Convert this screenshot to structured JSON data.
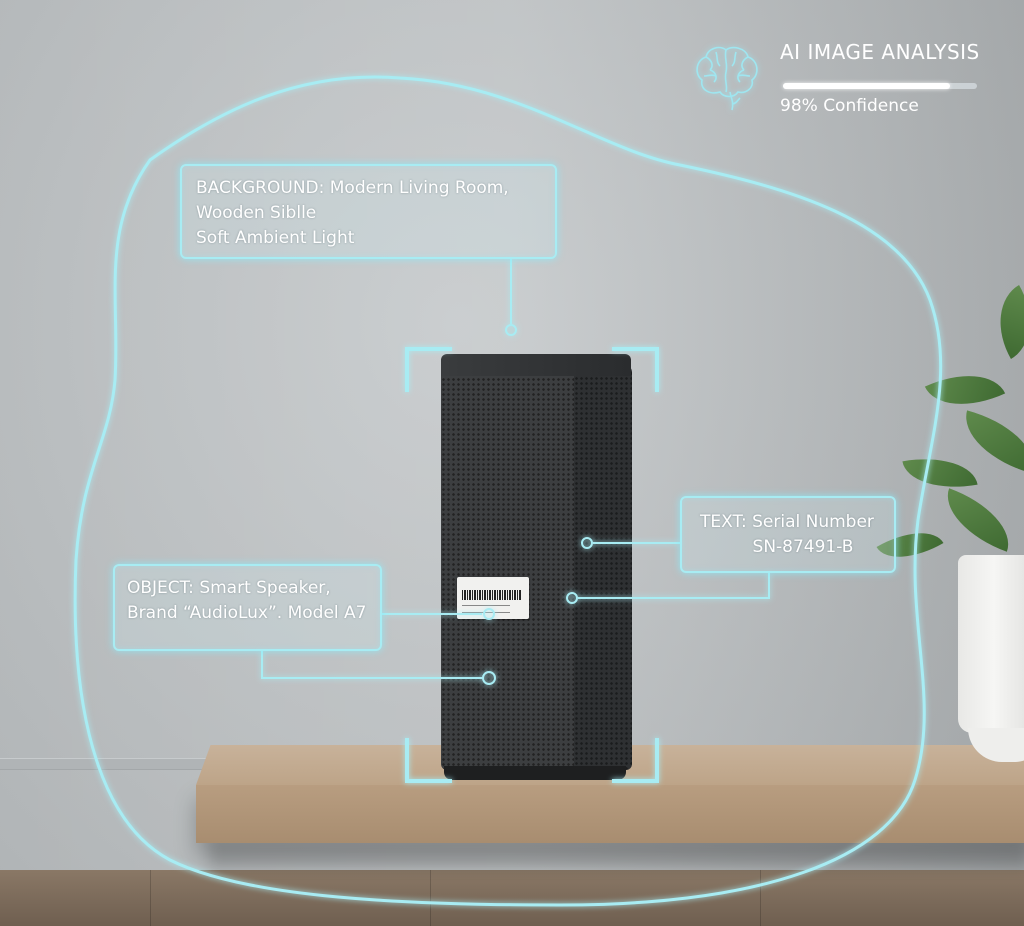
{
  "header": {
    "icon": "brain-icon",
    "title": "AI IMAGE ANALYSIS",
    "confidence_value": 0.98,
    "confidence_label": "98% Confidence"
  },
  "annotations": {
    "background": {
      "lines": [
        "BACKGROUND: Modern Living Room,",
        "Wooden Siblle",
        "Soft Ambient Light"
      ]
    },
    "object": {
      "lines": [
        "OBJECT: Smart Speaker,",
        "Brand “AudioLux”. Model A7"
      ]
    },
    "text": {
      "lines": [
        "TEXT: Serial Number",
        "SN-87491-B"
      ]
    }
  },
  "colors": {
    "glow": "#a8ecf3",
    "wall": "#b8bcbe",
    "shelf": "#c8b29a",
    "speaker": "#3c3e40",
    "leaf": "#4f7a3e"
  }
}
